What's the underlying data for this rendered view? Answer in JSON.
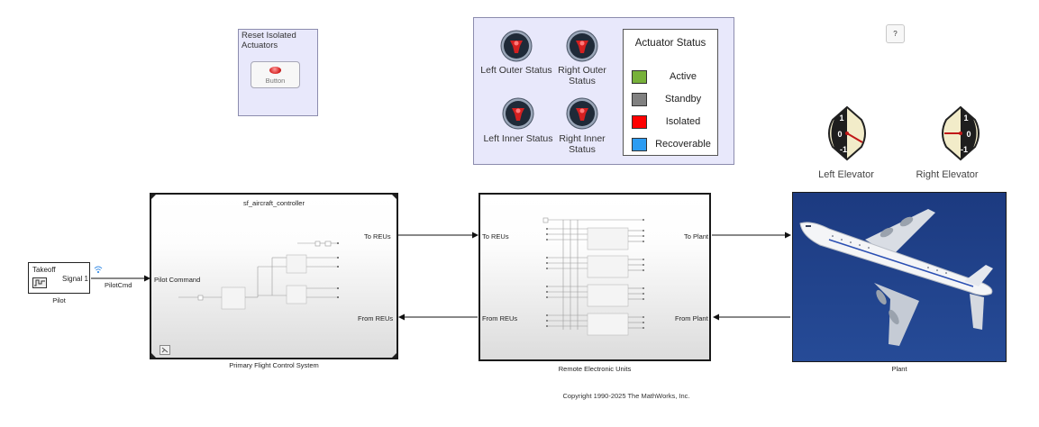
{
  "reset_panel": {
    "title": "Reset Isolated Actuators",
    "button_label": "Button"
  },
  "status_dashboard": {
    "lamps": [
      {
        "label": "Left Outer Status"
      },
      {
        "label": "Right Outer Status"
      },
      {
        "label": "Left Inner Status"
      },
      {
        "label": "Right Inner Status"
      }
    ],
    "legend": {
      "title": "Actuator Status",
      "items": [
        {
          "label": "Active",
          "color": "#77b13a"
        },
        {
          "label": "Standby",
          "color": "#808080"
        },
        {
          "label": "Isolated",
          "color": "#ff0000"
        },
        {
          "label": "Recoverable",
          "color": "#2c9cf2"
        }
      ]
    }
  },
  "help_button": {
    "label": "?"
  },
  "gauges": [
    {
      "name": "Left Elevator",
      "ticks": [
        "1",
        "0",
        "-1"
      ]
    },
    {
      "name": "Right Elevator",
      "ticks": [
        "1",
        "0",
        "-1"
      ]
    }
  ],
  "pilot": {
    "title": "Takeoff",
    "port": "Signal 1",
    "caption": "Pilot",
    "signal_label": "PilotCmd"
  },
  "controller": {
    "title": "sf_aircraft_controller",
    "input_port": "Pilot Command",
    "output_top": "To REUs",
    "output_bottom": "From REUs",
    "caption": "Primary Flight Control System"
  },
  "reu": {
    "in_top": "To REUs",
    "in_bottom": "From REUs",
    "out_top": "To Plant",
    "out_bottom": "From Plant",
    "caption": "Remote Electronic Units"
  },
  "plant": {
    "caption": "Plant"
  },
  "footer": {
    "copyright": "Copyright 1990-2025 The MathWorks, Inc."
  },
  "colors": {
    "panel_bg": "#e8e8fb",
    "panel_border": "#8c8cae",
    "sky": "#1f3f86"
  }
}
